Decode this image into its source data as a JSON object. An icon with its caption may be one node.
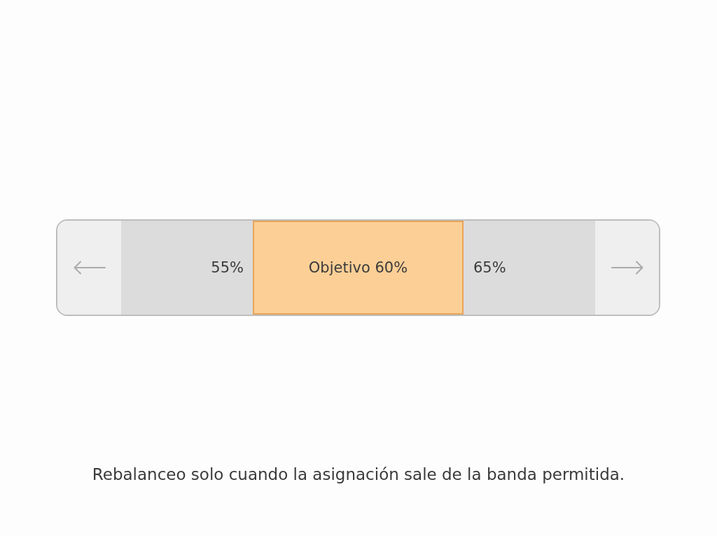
{
  "diagram": {
    "caption": "Rebalanceo solo cuando la asignación sale de la banda permitida.",
    "nodes": [
      {
        "text": [],
        "shape": "bar"
      },
      {
        "text": [],
        "shape": "box",
        "in": 0
      },
      {
        "text": [
          "55%"
        ],
        "in": 0
      },
      {
        "text": [
          "Objetivo 60%"
        ],
        "in": 0
      },
      {
        "text": [
          "65%"
        ],
        "in": 0
      },
      {
        "text": [],
        "shape": "box",
        "in": 0
      }
    ]
  }
}
